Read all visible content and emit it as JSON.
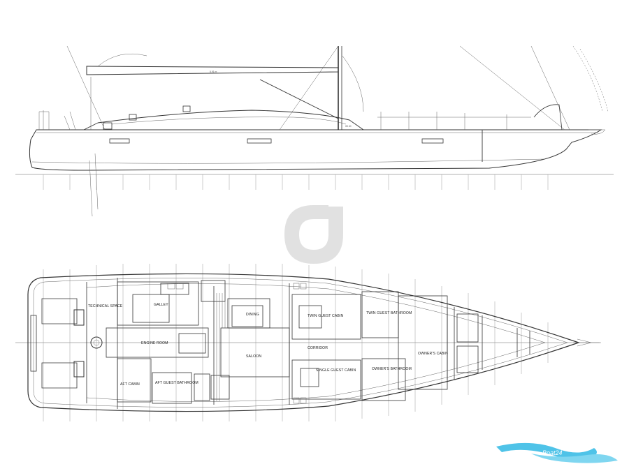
{
  "colors": {
    "line": "#333333",
    "grid": "#999999",
    "watermark": "#c8c8c8",
    "brand_wave": "#4fc3e8"
  },
  "watermark": {
    "icon": "g-logo-icon"
  },
  "profile": {
    "boom_label": "5.91 m",
    "mast_label": "IM 40"
  },
  "rooms": {
    "technical_space": "TECHNICAL SPACE",
    "galley": "GALLEY",
    "engine_room": "ENGINE ROOM",
    "aft_cabin": "AFT CABIN",
    "aft_guest_bathroom": "AFT GUEST BATHROOM",
    "dining": "DINING",
    "saloon": "SALOON",
    "twin_guest_cabin": "TWIN GUEST CABIN",
    "twin_guest_bathroom": "TWIN GUEST BATHROOM",
    "corridor": "CORRIDOR",
    "single_guest_cabin": "SINGLE GUEST CABIN",
    "owners_bathroom": "OWNER'S BATHROOM",
    "owners_cabin": "OWNER'S CABIN"
  },
  "brand": {
    "logo_icon": "wave-logo-icon",
    "wordmark": "Boat24"
  }
}
